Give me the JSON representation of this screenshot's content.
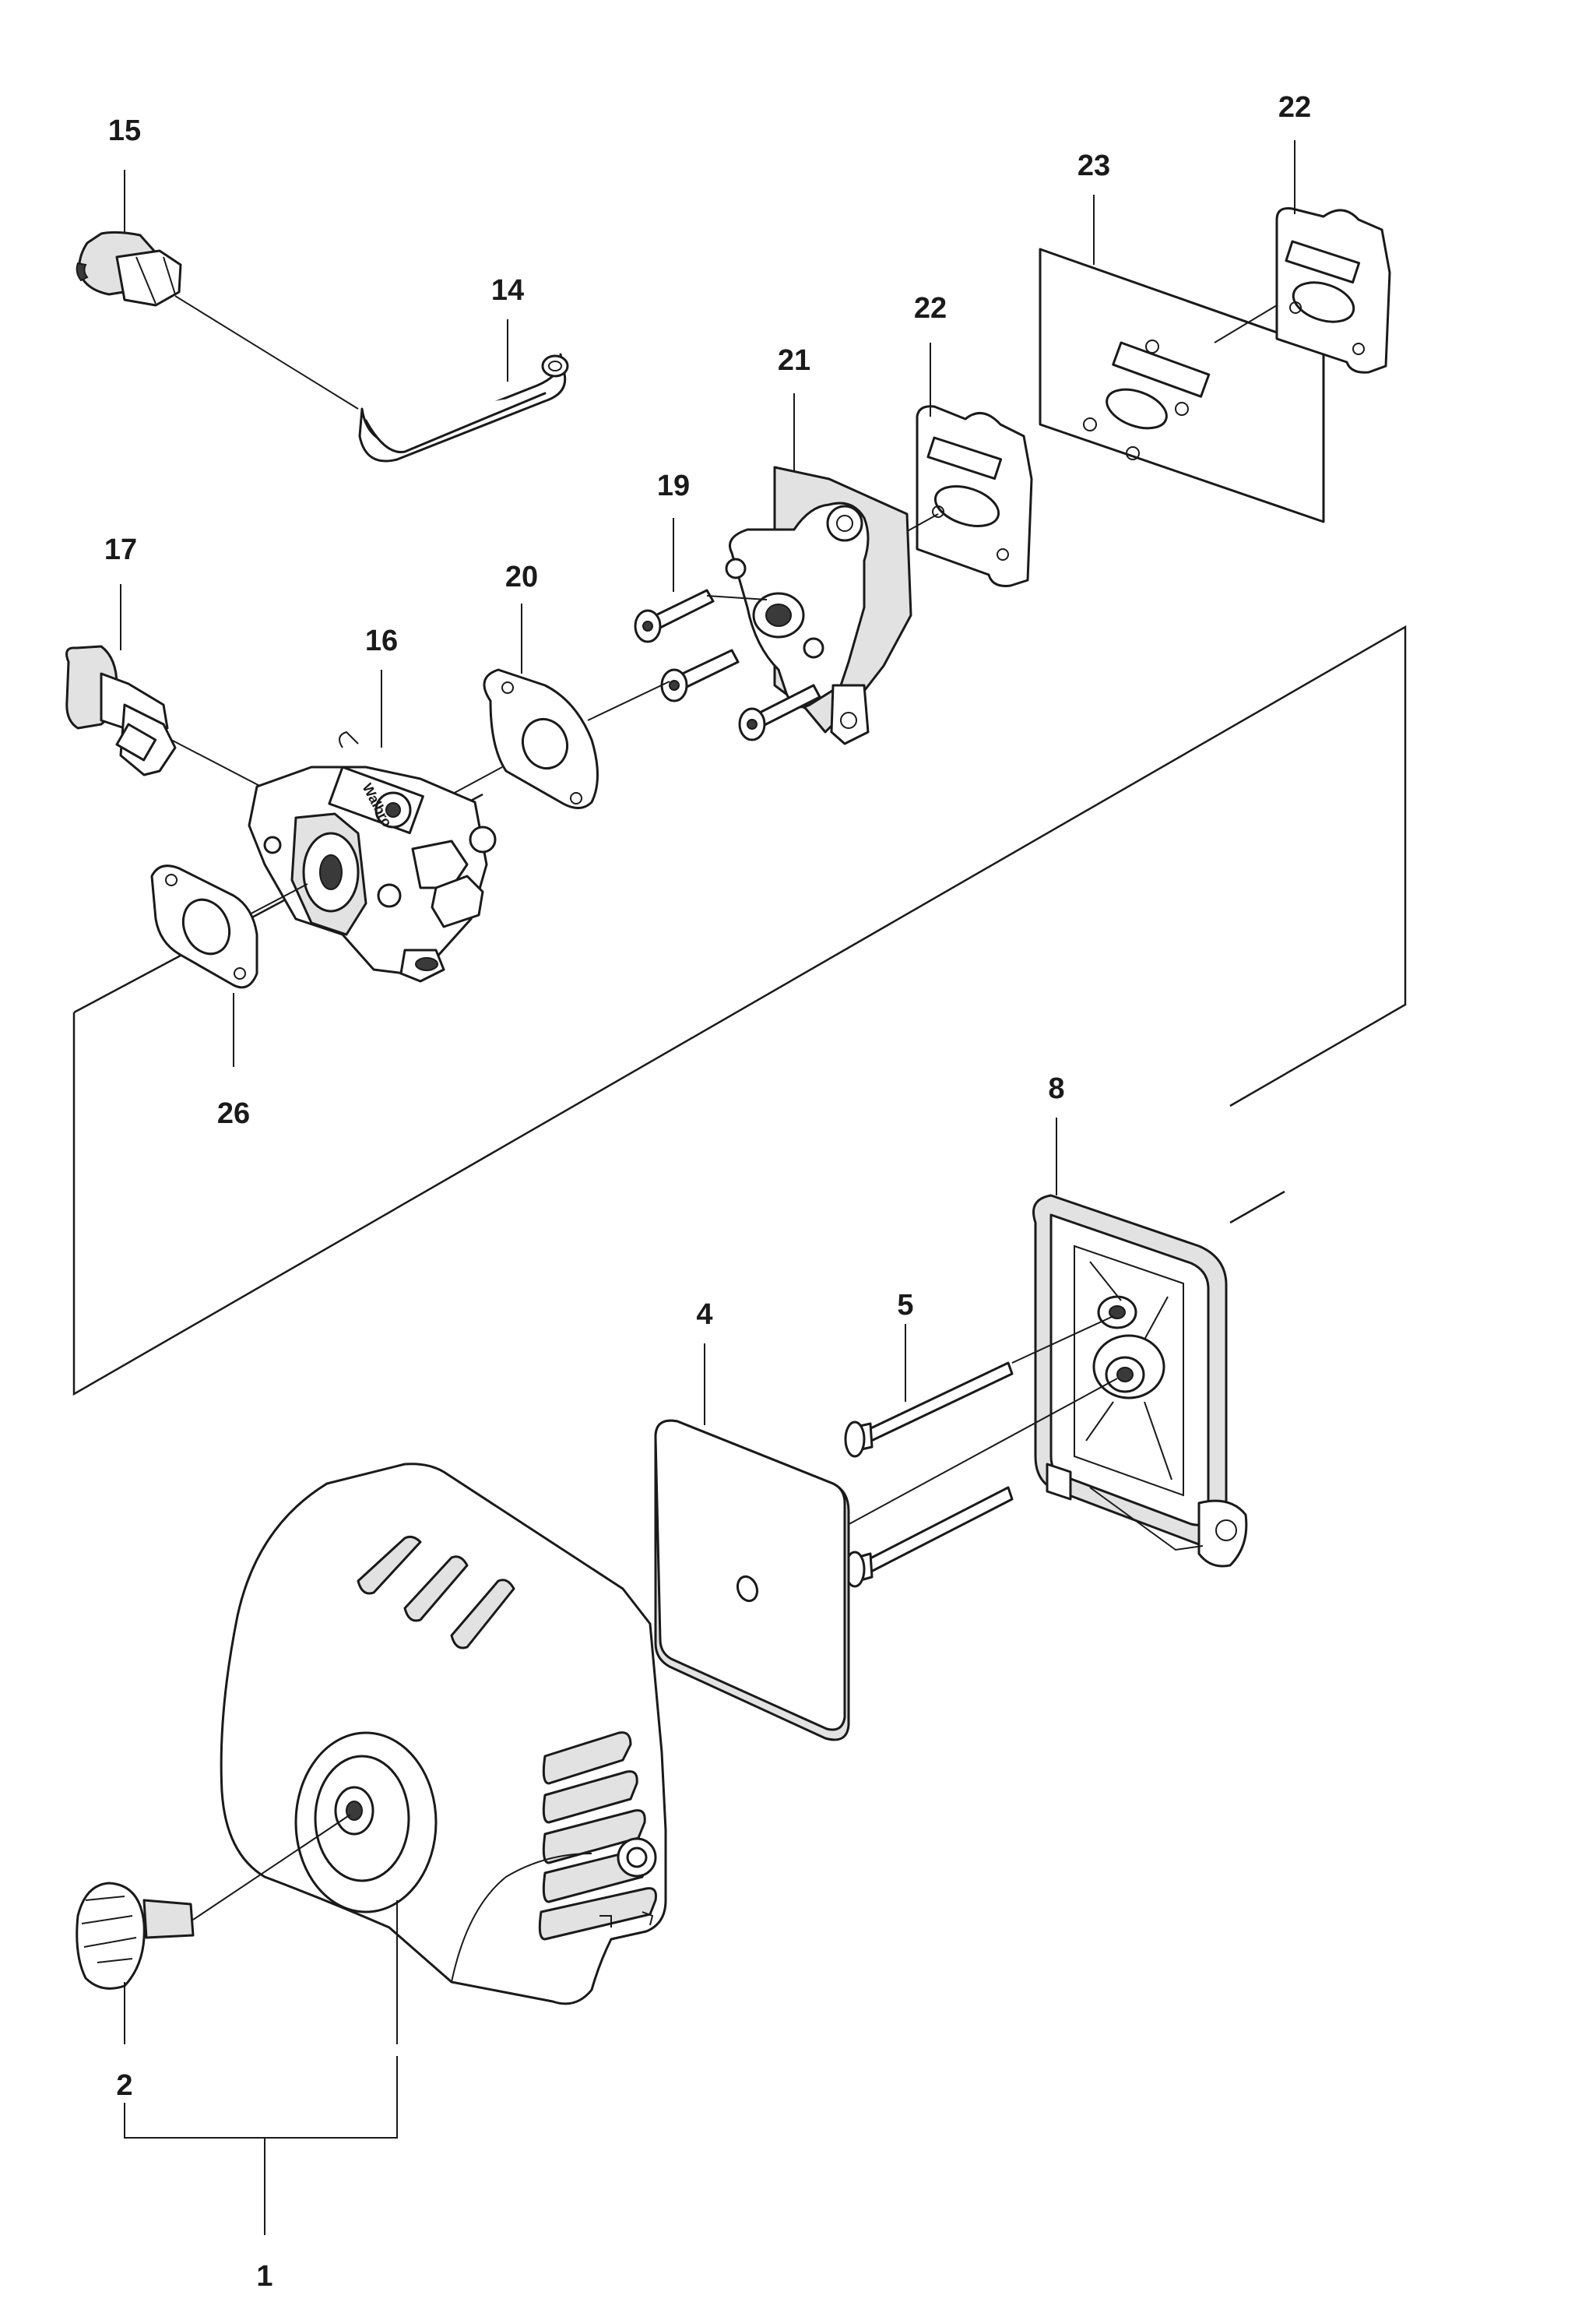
{
  "labels": {
    "p15": "15",
    "p14": "14",
    "p23": "23",
    "p22a": "22",
    "p22b": "22",
    "p21": "21",
    "p19": "19",
    "p17": "17",
    "p20": "20",
    "p16": "16",
    "p26": "26",
    "p8": "8",
    "p4": "4",
    "p5": "5",
    "p2": "2",
    "p1": "1"
  },
  "carburetor_brand": "Walbro"
}
